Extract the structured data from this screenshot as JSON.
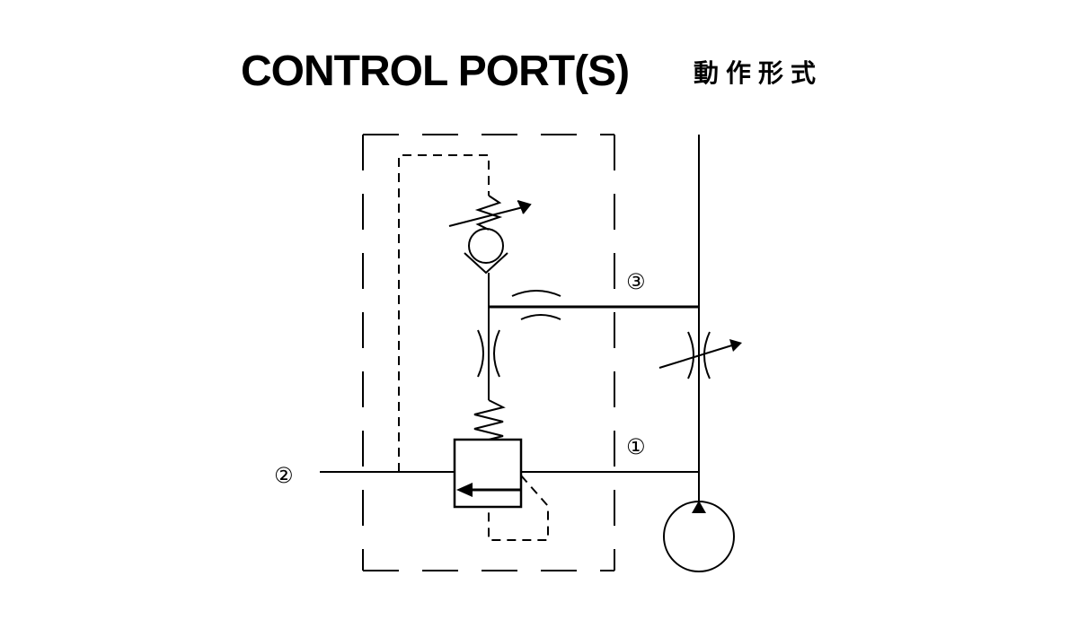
{
  "header": {
    "title": "CONTROL PORT(S)",
    "title_zh": "動作形式"
  },
  "ports": {
    "port1": "①",
    "port2": "②",
    "port3": "③"
  },
  "colors": {
    "line": "#000000",
    "background": "#ffffff"
  }
}
